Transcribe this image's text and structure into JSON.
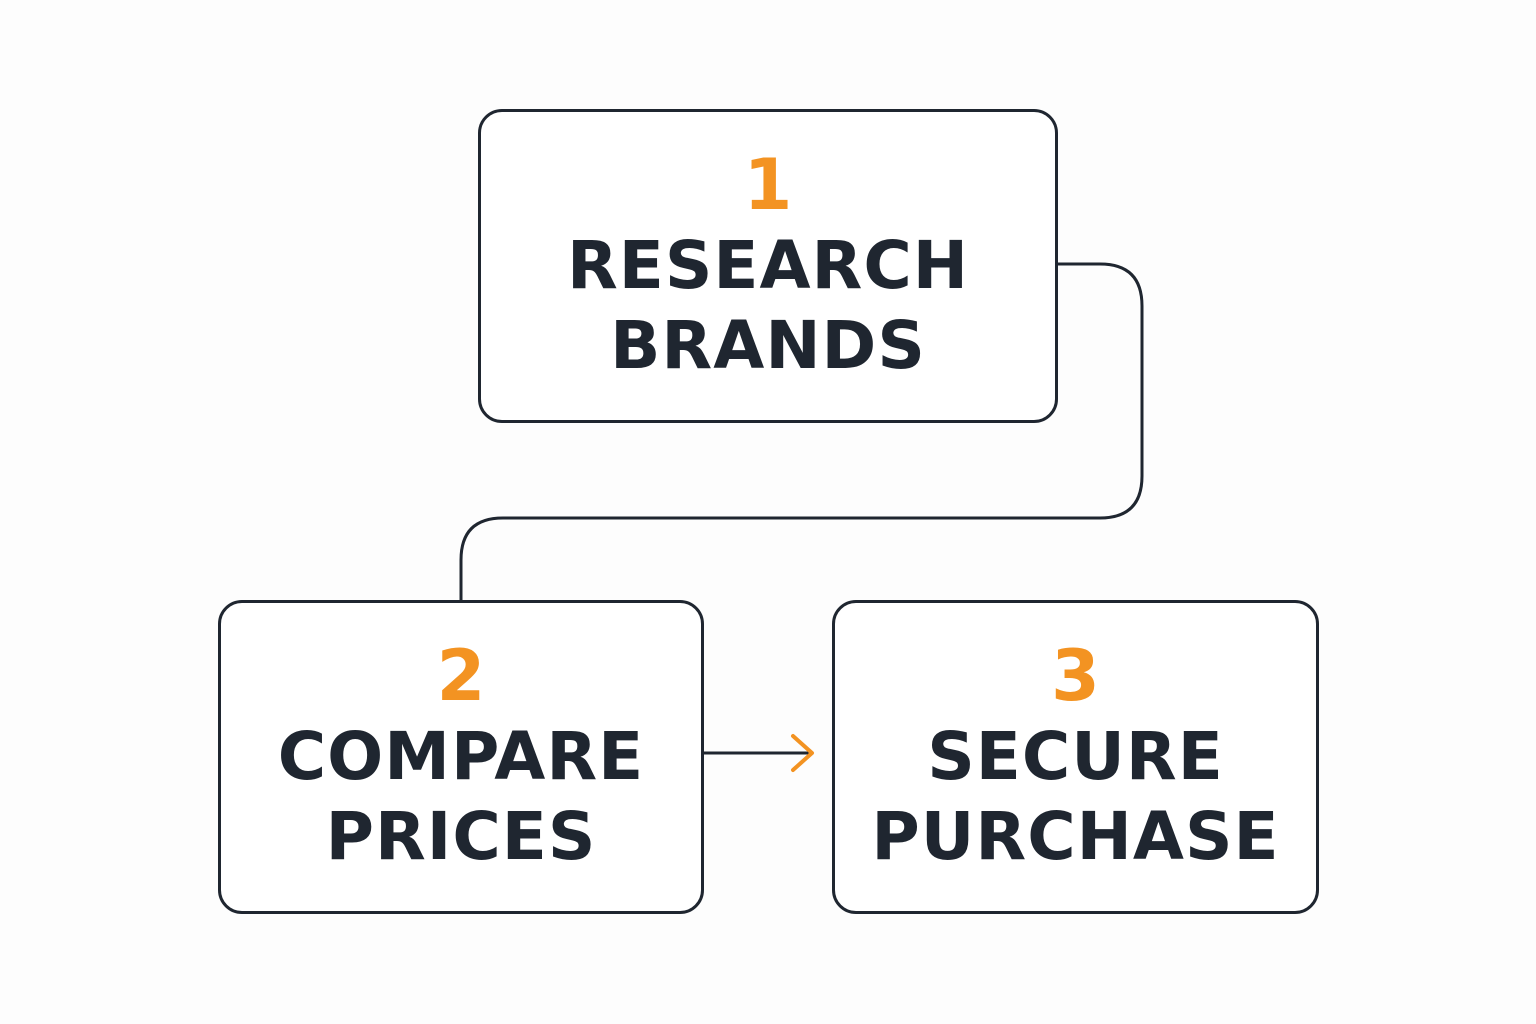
{
  "colors": {
    "accent": "#f39322",
    "text": "#1f2630",
    "border": "#1f2630",
    "background": "#fdfdfd"
  },
  "steps": [
    {
      "number": "1",
      "line1": "RESEARCH",
      "line2": "BRANDS"
    },
    {
      "number": "2",
      "line1": "COMPARE",
      "line2": "PRICES"
    },
    {
      "number": "3",
      "line1": "SECURE",
      "line2": "PURCHASE"
    }
  ]
}
